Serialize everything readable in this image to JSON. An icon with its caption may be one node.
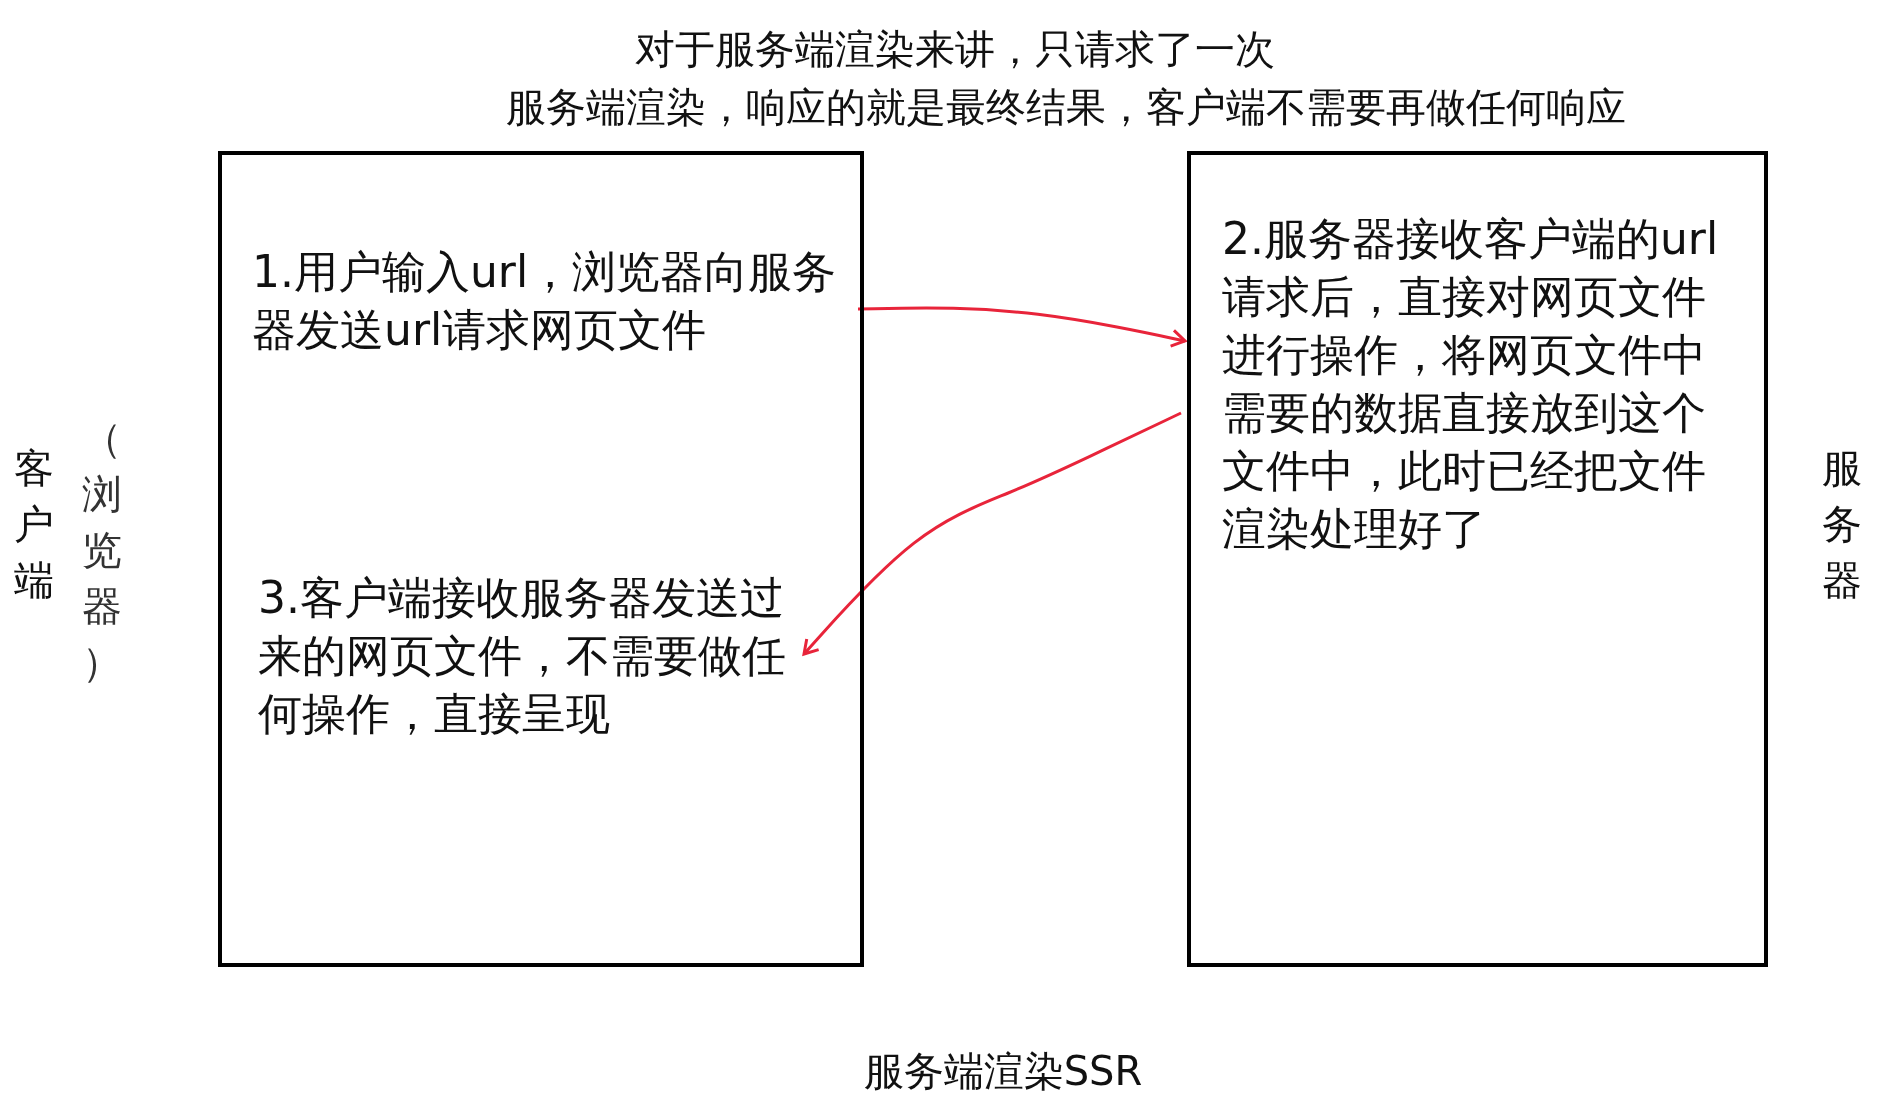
{
  "diagram": {
    "caption": "服务端渲染SSR",
    "nodes": [
      {
        "text": [],
        "shape": "box",
        "beside": [
          "客户端",
          "（浏览器）"
        ]
      },
      {
        "text": [
          "1.用户输入url，浏览器向服务器发送url请求网页文件"
        ],
        "in": 0
      },
      {
        "text": [
          "3.客户端接收服务器发送过来的网页文件，不需要做任何操作，直接呈现"
        ],
        "in": 0
      },
      {
        "text": [
          "2.服务器接收客户端的url请求后，直接对网页文件进行操作，将网页文件中需要的数据直接放到这个文件中，此时已经把文件渲染处理好了"
        ],
        "beside": [
          "服务器"
        ]
      }
    ],
    "edges": [
      {
        "from": 1,
        "to": 3,
        "arrow": "to"
      },
      {
        "from": 3,
        "to": 2,
        "arrow": "to"
      }
    ],
    "labels": [
      "对于服务端渲染来讲，只请求了一次",
      "服务端渲染，响应的就是最终结果，客户端不需要再做任何响应"
    ]
  }
}
